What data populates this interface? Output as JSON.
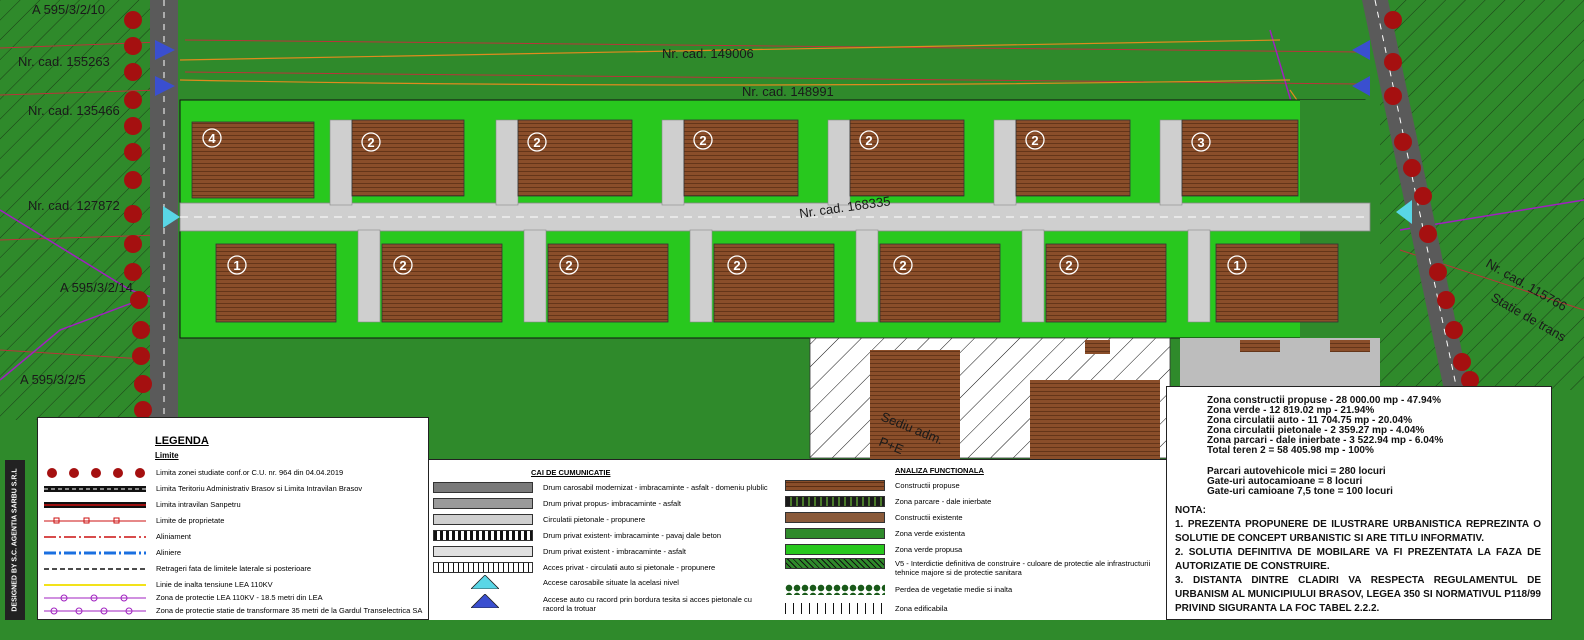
{
  "colors": {
    "field": "#2f8a2b",
    "parcel": "#2f8e2b",
    "green": "#28c81e",
    "building": "#8a4e2a",
    "road": "#c4c4c4",
    "red": "#cc1111",
    "cyan": "#59d6e6",
    "blue": "#3a4fd0"
  },
  "map_labels": {
    "cad_149006": "Nr. cad. 149006",
    "cad_148991": "Nr. cad. 148991",
    "cad_155263": "Nr. cad. 155263",
    "cad_135466": "Nr. cad. 135466",
    "cad_127872": "Nr. cad. 127872",
    "cad_168335": "Nr. cad. 168335",
    "cad_115766": "Nr. cad. 115766",
    "a_595_3_2_10": "A 595/3/2/10",
    "a_595_3_2_14": "A 595/3/2/14",
    "a_595_3_2_5": "A 595/3/2/5",
    "statie": "Statie de trans",
    "sediu": "Sediu adm.",
    "pf": "P+E",
    "top_numbers": [
      "4",
      "2",
      "2",
      "2",
      "2",
      "2",
      "3"
    ],
    "bottom_numbers": [
      "1",
      "2",
      "2",
      "2",
      "2",
      "2",
      "1"
    ]
  },
  "legend": {
    "title": "LEGENDA",
    "limits_header": "Limite",
    "items": [
      "Limita zonei studiate conf.or C.U. nr. 964 din 04.04.2019",
      "Limita Teritoriu Administrativ Brasov si Limita Intravilan Brasov",
      "Limita intravilan Sanpetru",
      "Limite de proprietate",
      "Aliniament",
      "Aliniere",
      "Retrageri fata de limitele laterale si posterioare",
      "Linie de inalta tensiune LEA 110KV",
      "Zona de protectie LEA 110KV - 18.5 metri din LEA",
      "Zona de protectie statie de transformare 35 metri de la Gardul Transelectrica SA"
    ]
  },
  "communications": {
    "header": "CAI DE CUMUNICATIE",
    "items": [
      "Drum carosabil modernizat - imbracaminte - asfalt - domeniu plublic",
      "Drum privat propus- imbracaminte - asfalt",
      "Circulatii pietonale - propunere",
      "Drum privat existent- imbracaminte - pavaj dale beton",
      "Drum privat existent - imbracaminte - asfalt",
      "Acces privat - circulatii auto si pietonale - propunere",
      "Accese carosabile situate la acelasi nivel",
      "Accese auto cu racord prin bordura tesita si acces pietonale cu racord la trotuar"
    ]
  },
  "functional": {
    "header": "ANALIZA FUNCTIONALA",
    "items": [
      "Constructii propuse",
      "Zona parcare - dale inierbate",
      "Constructii existente",
      "Zona verde existenta",
      "Zona verde propusa",
      "V5 - Interdictie definitiva de construire - culoare de protectie ale infrastructurii tehnice majore si de protectie sanitara",
      "Perdea de vegetatie medie si inalta",
      "Zona edificabila"
    ]
  },
  "stats": {
    "lines": [
      "Zona constructii propuse - 28 000.00 mp - 47.94%",
      "Zona verde - 12 819.02 mp - 21.94%",
      "Zona circulatii auto - 11 704.75 mp - 20.04%",
      "Zona circulatii pietonale - 2 359.27 mp - 4.04%",
      "Zona parcari - dale inierbate - 3 522.94 mp - 6.04%",
      "Total teren 2 = 58 405.98 mp - 100%"
    ],
    "parking": [
      "Parcari autovehicole mici = 280 locuri",
      "Gate-uri autocamioane = 8 locuri",
      "Gate-uri camioane 7,5 tone = 100 locuri"
    ],
    "nota_title": "NOTA:",
    "notes": [
      "1. PREZENTA PROPUNERE DE ILUSTRARE URBANISTICA REPREZINTA O SOLUTIE DE CONCEPT URBANISTIC SI ARE TITLU INFORMATIV.",
      "2. SOLUTIA DEFINITIVA DE MOBILARE VA FI PREZENTATA LA FAZA DE AUTORIZATIE DE CONSTRUIRE.",
      "3. DISTANTA DINTRE CLADIRI VA RESPECTA REGULAMENTUL DE URBANISM AL MUNICIPIULUI BRASOV, LEGEA 350 SI NORMATIVUL P118/99 PRIVIND SIGURANTA LA FOC TABEL 2.2.2."
    ]
  },
  "designer": "DESIGNED BY S.C. AGENTIA SARBU S.R.L"
}
